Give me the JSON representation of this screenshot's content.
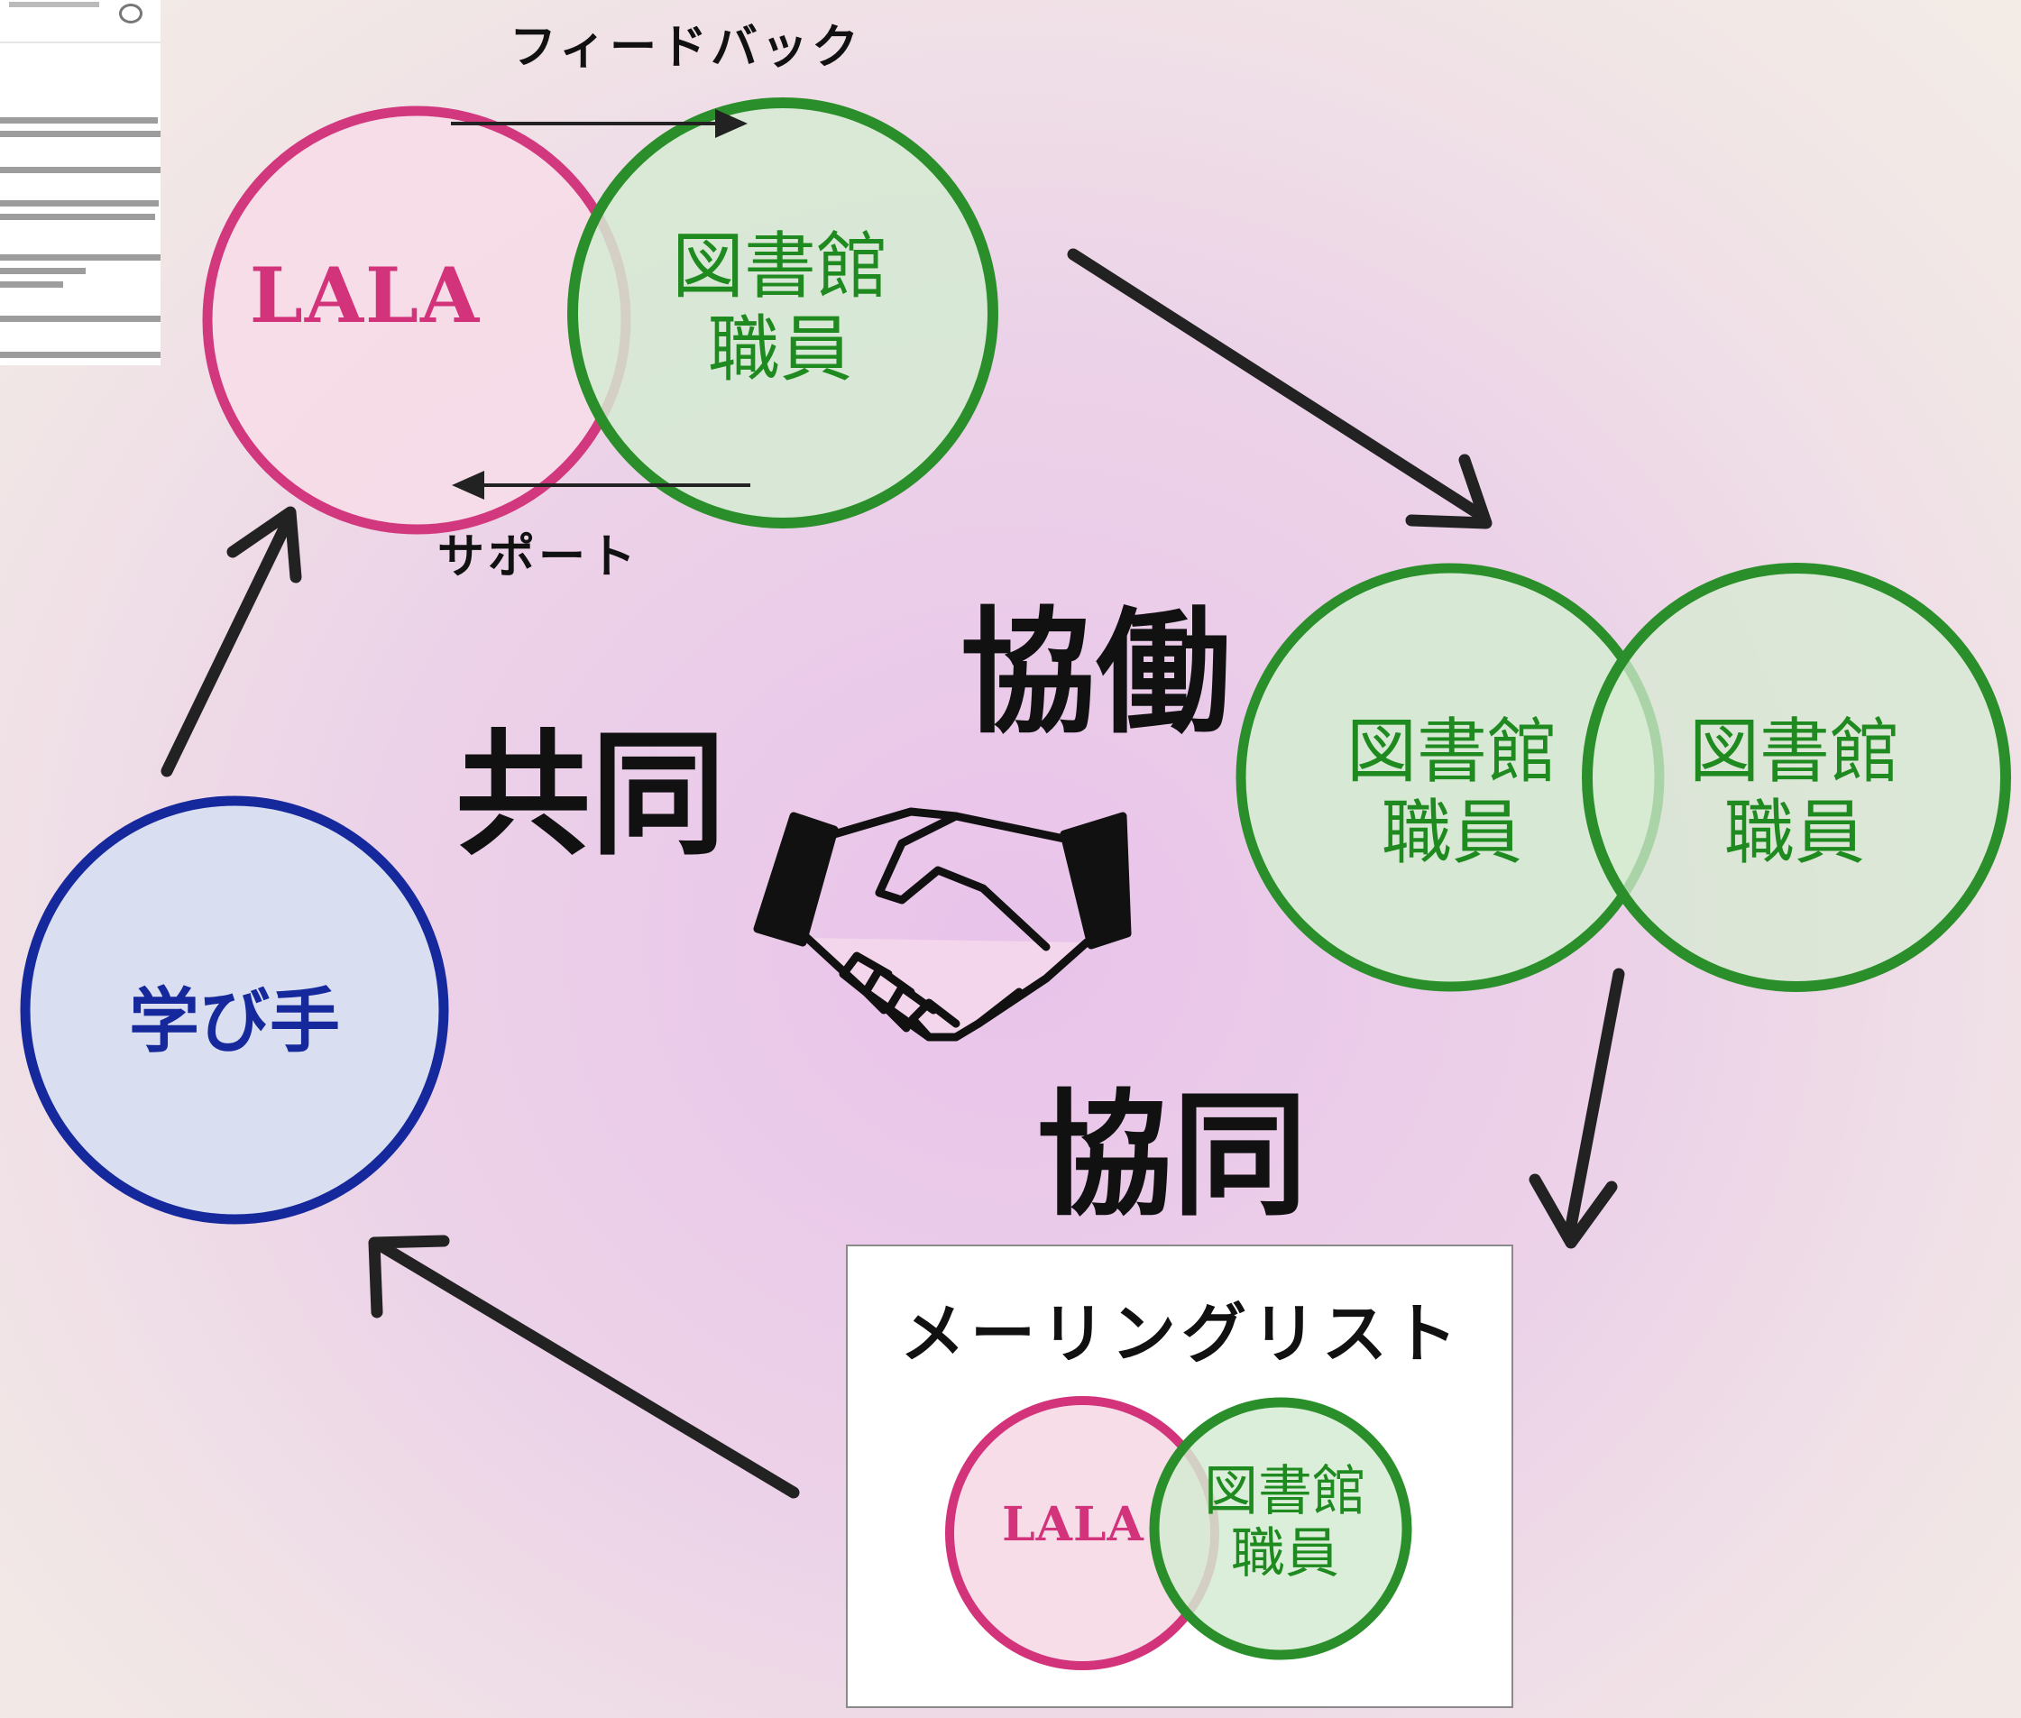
{
  "nodes": {
    "lala_label": "LALA",
    "staff_label_line1": "図書館",
    "staff_label_line2": "職員",
    "learner_label": "学び手"
  },
  "edges": {
    "feedback_label": "フィードバック",
    "support_label": "サポート"
  },
  "concepts": {
    "kyodo_1": "共同",
    "kyodo_2": "協働",
    "kyodo_3": "協同"
  },
  "mailing_list": {
    "title": "メーリングリスト",
    "lala_label": "LALA",
    "staff_label_line1": "図書館",
    "staff_label_line2": "職員"
  },
  "colors": {
    "lala_pink": "#d2337a",
    "staff_green": "#1f8a1f",
    "learner_blue": "#15289c",
    "arrow": "#222222"
  },
  "icons": [
    "handshake-icon"
  ]
}
